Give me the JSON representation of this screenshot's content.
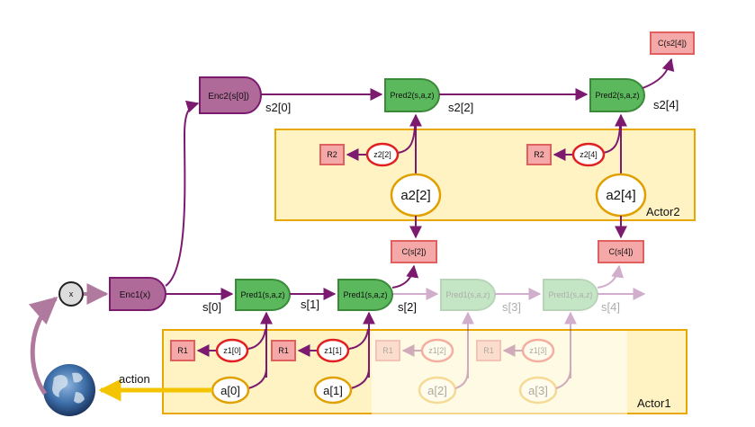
{
  "nodes": {
    "x": "x",
    "enc1": "Enc1(x)",
    "enc2": "Enc2(s[0])",
    "pred1": [
      "Pred1(s,a,z)",
      "Pred1(s,a,z)",
      "Pred1(s,a,z)",
      "Pred1(s,a,z)"
    ],
    "pred2": [
      "Pred2(s,a,z)",
      "Pred2(s,a,z)"
    ],
    "c_top": "C(s2[4])",
    "c_s2_2": "C(s[2])",
    "c_s2_4": "C(s[4])",
    "r2": [
      "R2",
      "R2"
    ],
    "z2": [
      "z2[2]",
      "z2[4]"
    ],
    "a2": [
      "a2[2]",
      "a2[4]"
    ],
    "r1": [
      "R1",
      "R1",
      "R1",
      "R1"
    ],
    "z1": [
      "z1[0]",
      "z1[1]",
      "z1[2]",
      "z1[3]"
    ],
    "a1": [
      "a[0]",
      "a[1]",
      "a[2]",
      "a[3]"
    ]
  },
  "edges": {
    "s": [
      "s[0]",
      "s[1]",
      "s[2]",
      "s[3]",
      "s[4]"
    ],
    "s2": [
      "s2[0]",
      "s2[2]",
      "s2[4]"
    ],
    "action": "action"
  },
  "groups": {
    "actor1": "Actor1",
    "actor2": "Actor2"
  },
  "colors": {
    "purple": "#7b1a6f",
    "green": "#5cb85c",
    "mauve": "#b07a9e",
    "red": "#e02020",
    "pink": "#f5a8a8",
    "gold": "#e0a000",
    "panel": "#fff3c4",
    "yellow_arrow": "#f5c400"
  }
}
